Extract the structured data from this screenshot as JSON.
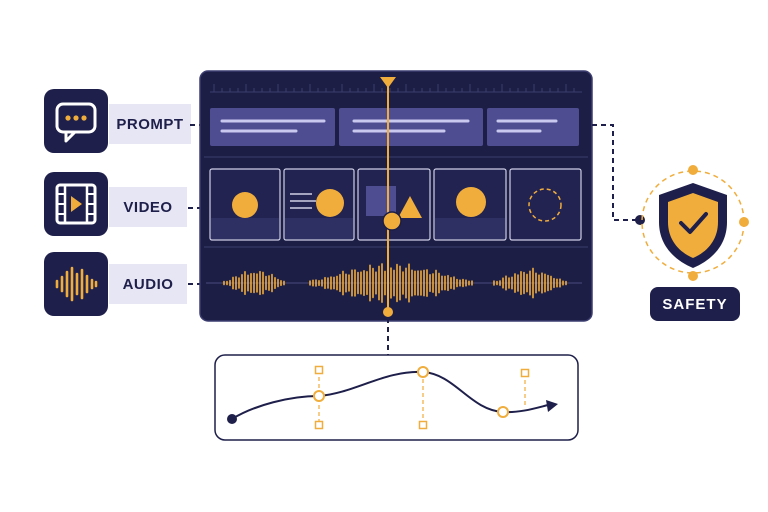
{
  "tracks": [
    {
      "id": "prompt",
      "label": "PROMPT",
      "icon": "chat-bubble-icon"
    },
    {
      "id": "video",
      "label": "VIDEO",
      "icon": "film-play-icon"
    },
    {
      "id": "audio",
      "label": "AUDIO",
      "icon": "sound-wave-icon"
    }
  ],
  "safety": {
    "label": "SAFETY",
    "icon": "shield-check-icon"
  },
  "colors": {
    "navy": "#1e1f4a",
    "panel": "#1d1e45",
    "accent": "#f0ad3c",
    "prompt_block": "#4f4d92",
    "label_bg": "#e7e6f4"
  }
}
